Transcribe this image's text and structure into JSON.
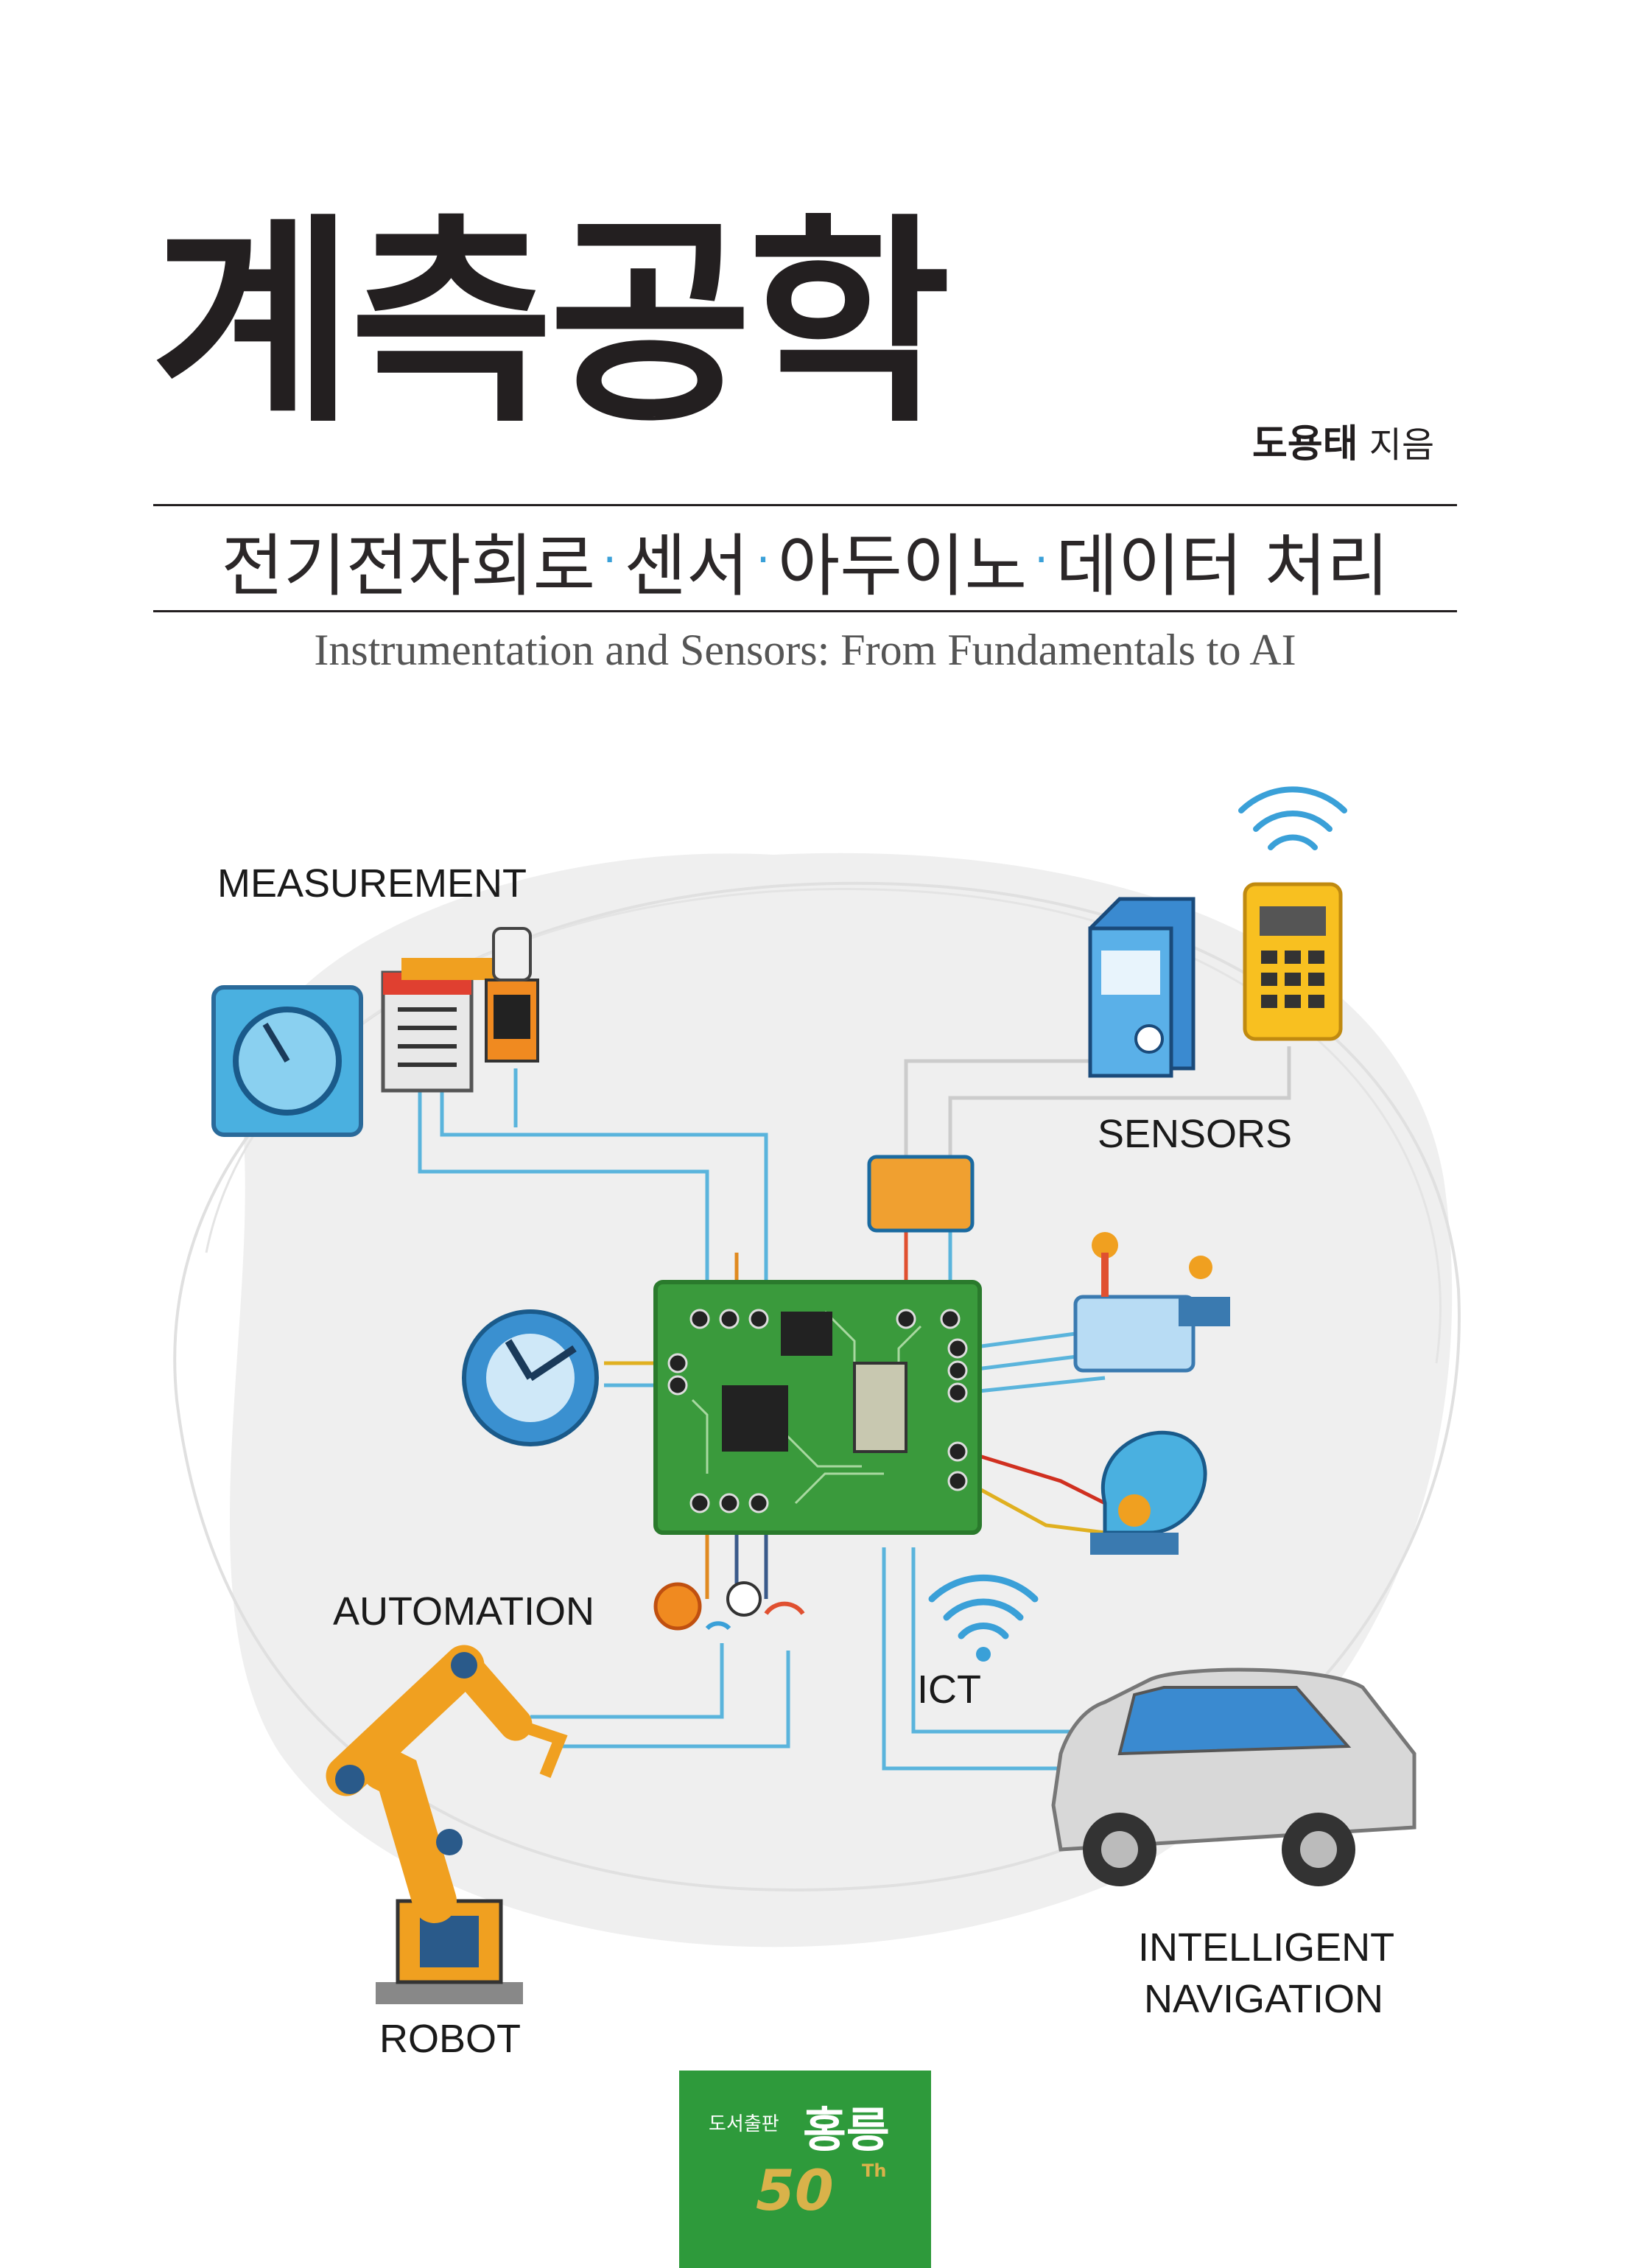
{
  "cover": {
    "title": "계측공학",
    "author_name": "도용태",
    "author_role": "지음",
    "subtitle_items": [
      "전기전자회로",
      "센서",
      "아두이노",
      "데이터 처리"
    ],
    "subtitle_separator": "·",
    "english_subtitle": "Instrumentation and Sensors: From Fundamentals to AI"
  },
  "illustration": {
    "labels": {
      "measurement": "MEASUREMENT",
      "sensors": "SENSORS",
      "automation": "AUTOMATION",
      "ict": "ICT",
      "intelligent": "INTELLIGENT",
      "navigation": "NAVIGATION",
      "robot": "ROBOT"
    }
  },
  "publisher": {
    "prefix": "도서출판",
    "name": "홍릉",
    "anniversary": "50",
    "anniversary_suffix": "Th"
  },
  "colors": {
    "title": "#231f20",
    "accent_blue": "#3aa0d8",
    "board_green": "#3a9a3c",
    "robot_orange": "#f0a020",
    "publisher_green": "#2e9a3b",
    "gold": "#d9b24a"
  }
}
